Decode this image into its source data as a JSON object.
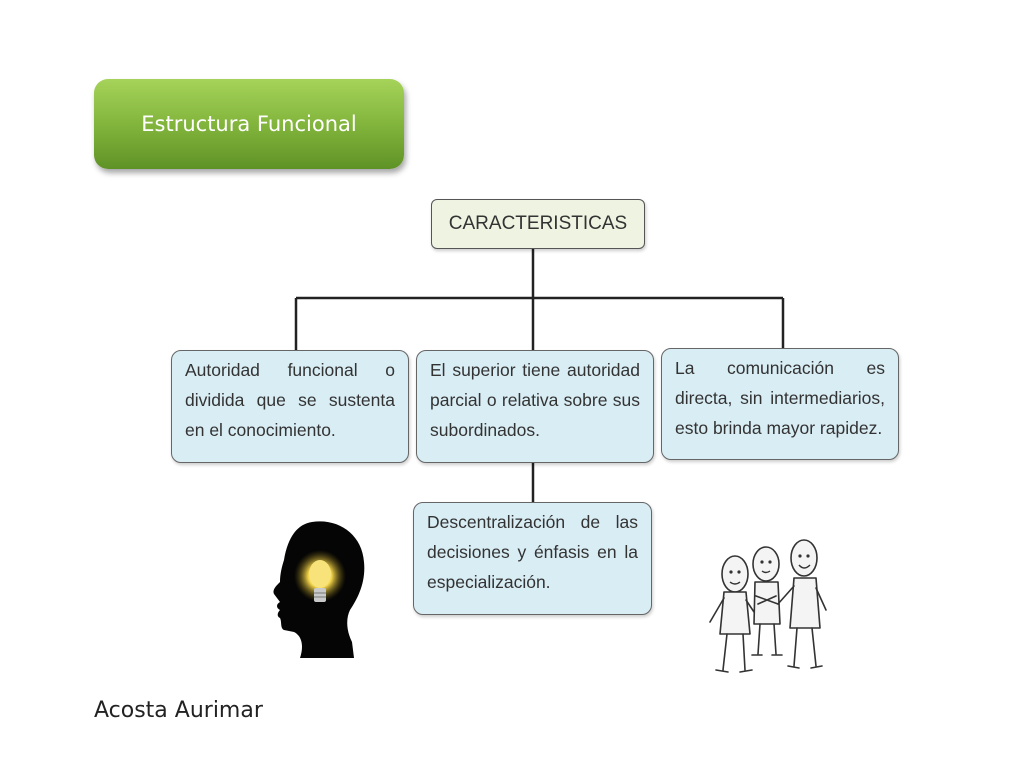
{
  "title": "Estructura Funcional",
  "root": "CARACTERISTICAS",
  "nodes": [
    "Autoridad funcional o dividida que se sustenta en el conocimiento.",
    "El superior tiene autoridad parcial o relativa sobre sus subordinados.",
    "La comunicación es directa, sin intermediarios, esto brinda mayor rapidez.",
    "Descentralización de las decisiones y énfasis en la especialización."
  ],
  "author": "Acosta Aurimar",
  "icons": [
    "head-lightbulb-icon",
    "people-talking-icon"
  ],
  "colors": {
    "title_green": "#7fb23a",
    "node_fill": "#d9edf4",
    "root_fill": "#eef3e2"
  }
}
